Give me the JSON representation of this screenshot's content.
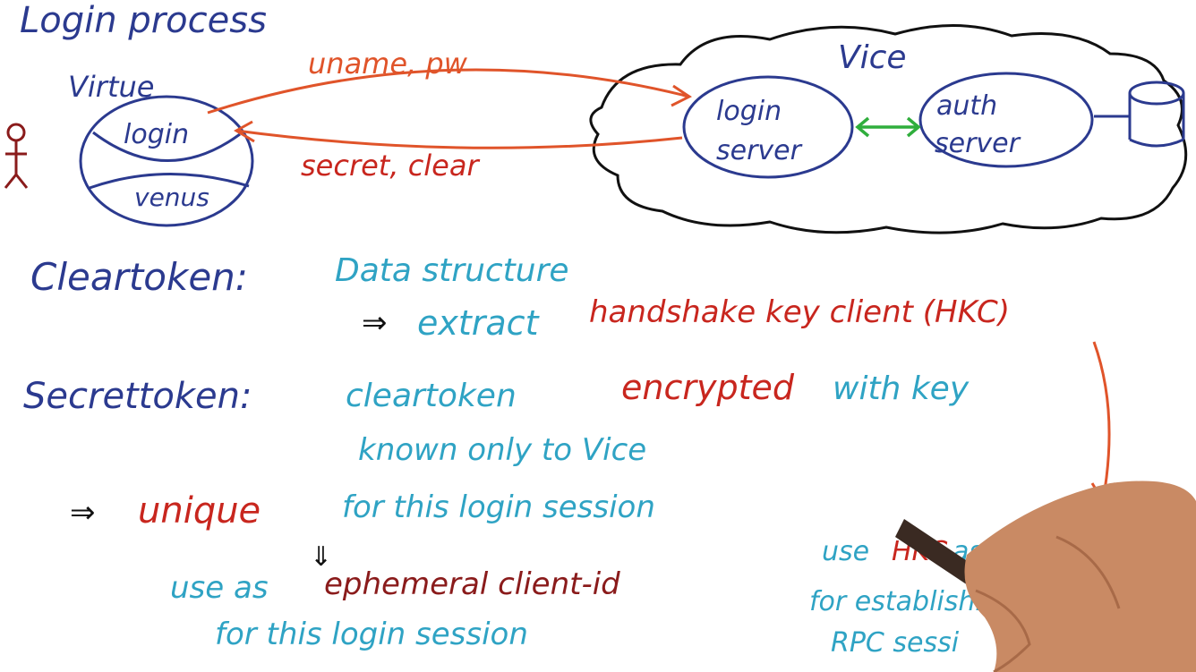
{
  "title": "Login process",
  "vice": {
    "label": "Vice",
    "login_server_line1": "login",
    "login_server_line2": "server",
    "auth_server_line1": "auth",
    "auth_server_line2": "server"
  },
  "virtue": {
    "label": "Virtue",
    "login": "login",
    "venus": "venus"
  },
  "arrows": {
    "request": "uname, pw",
    "response": "secret, clear"
  },
  "cleartoken": {
    "term": "Cleartoken:",
    "definition": "Data structure",
    "extract_prefix": "⇒",
    "extract_word": "extract",
    "extract_key": "handshake key client (HKC)"
  },
  "secrettoken": {
    "term": "Secrettoken:",
    "def_part1": "cleartoken",
    "def_part2": "encrypted",
    "def_part3": "with key",
    "def_line2": "known only to Vice",
    "unique_prefix": "⇒",
    "unique_word": "unique",
    "unique_rest": "for this login session",
    "down_arrow": "⇓",
    "use_part1": "use as",
    "use_part2": "ephemeral client-id",
    "use_line2": "for this login session"
  },
  "hkc_note": {
    "line1_part1": "use",
    "line1_part2": "HKC",
    "line1_part3": "as private key",
    "line2": "for establishing a new",
    "line3": "RPC sessi"
  },
  "colors": {
    "blue": "#2b3a8f",
    "teal": "#2fa3c4",
    "red": "#c8261e",
    "orange": "#e0542a",
    "green": "#2fae3c",
    "dark_red": "#8a1b1b"
  }
}
